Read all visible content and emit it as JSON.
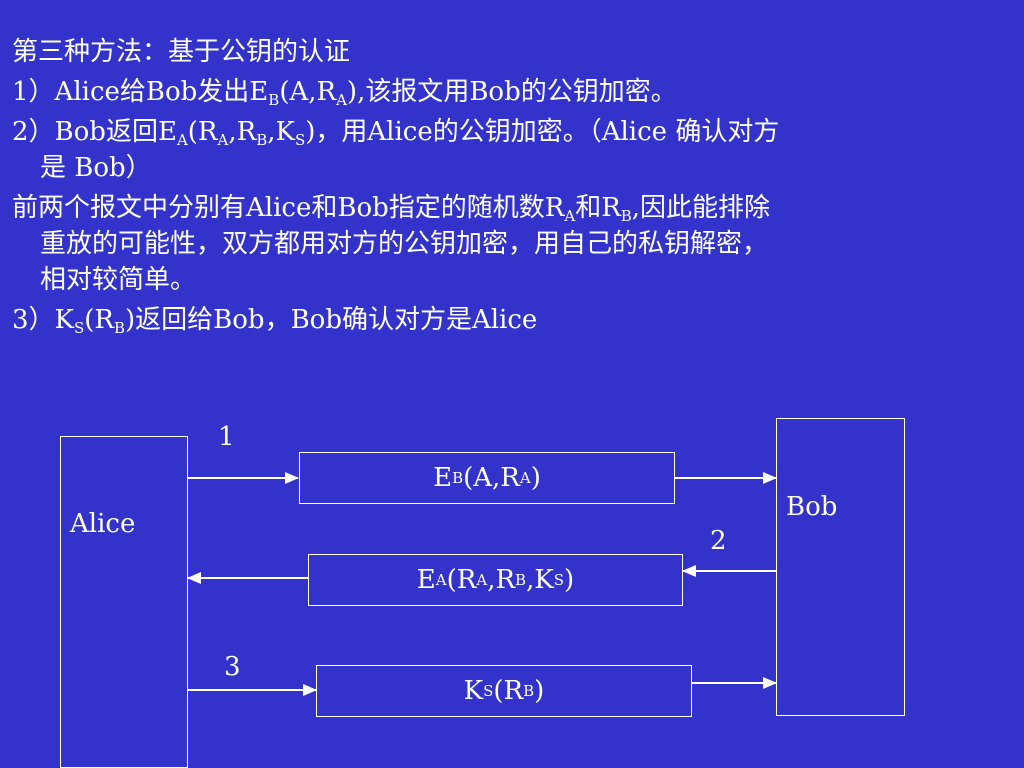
{
  "slide": {
    "title": "第三种方法：基于公钥的认证",
    "step1": {
      "prefix": "1）Alice给Bob发出E",
      "sub1": "B",
      "mid1": "(A,R",
      "sub2": "A",
      "suffix": "),该报文用Bob的公钥加密。"
    },
    "step2": {
      "prefix": "2）Bob返回E",
      "sub1": "A",
      "mid1": "(R",
      "sub2": "A",
      "mid2": ",R",
      "sub3": "B",
      "mid3": ",K",
      "sub4": "S",
      "suffix": ")，用Alice的公钥加密。（Alice 确认对方",
      "cont": "是 Bob）"
    },
    "note": {
      "prefix": "前两个报文中分别有Alice和Bob指定的随机数R",
      "sub1": "A",
      "mid1": "和R",
      "sub2": "B",
      "suffix": ",因此能排除",
      "line2": "重放的可能性，双方都用对方的公钥加密，用自己的私钥解密，",
      "line3": "相对较简单。"
    },
    "step3": {
      "prefix": "3）K",
      "sub1": "S",
      "mid1": "(R",
      "sub2": "B",
      "suffix": ")返回给Bob，Bob确认对方是Alice"
    }
  },
  "diagram": {
    "alice_label": "Alice",
    "bob_label": "Bob",
    "step_numbers": [
      "1",
      "2",
      "3"
    ],
    "msg1": {
      "main": "E",
      "sub1": "B",
      "mid": "(A,R",
      "sub2": "A",
      "end": ")"
    },
    "msg2": {
      "main": "E",
      "sub1": "A",
      "mid1": "(R",
      "sub2": "A",
      "mid2": ",R",
      "sub3": "B",
      "mid3": ",K",
      "sub4": "S",
      "end": ")"
    },
    "msg3": {
      "main": "K",
      "sub1": "S",
      "mid": "(R",
      "sub2": "B",
      "end": ")"
    }
  },
  "colors": {
    "background": "#3333cc",
    "foreground": "#ffffff"
  }
}
